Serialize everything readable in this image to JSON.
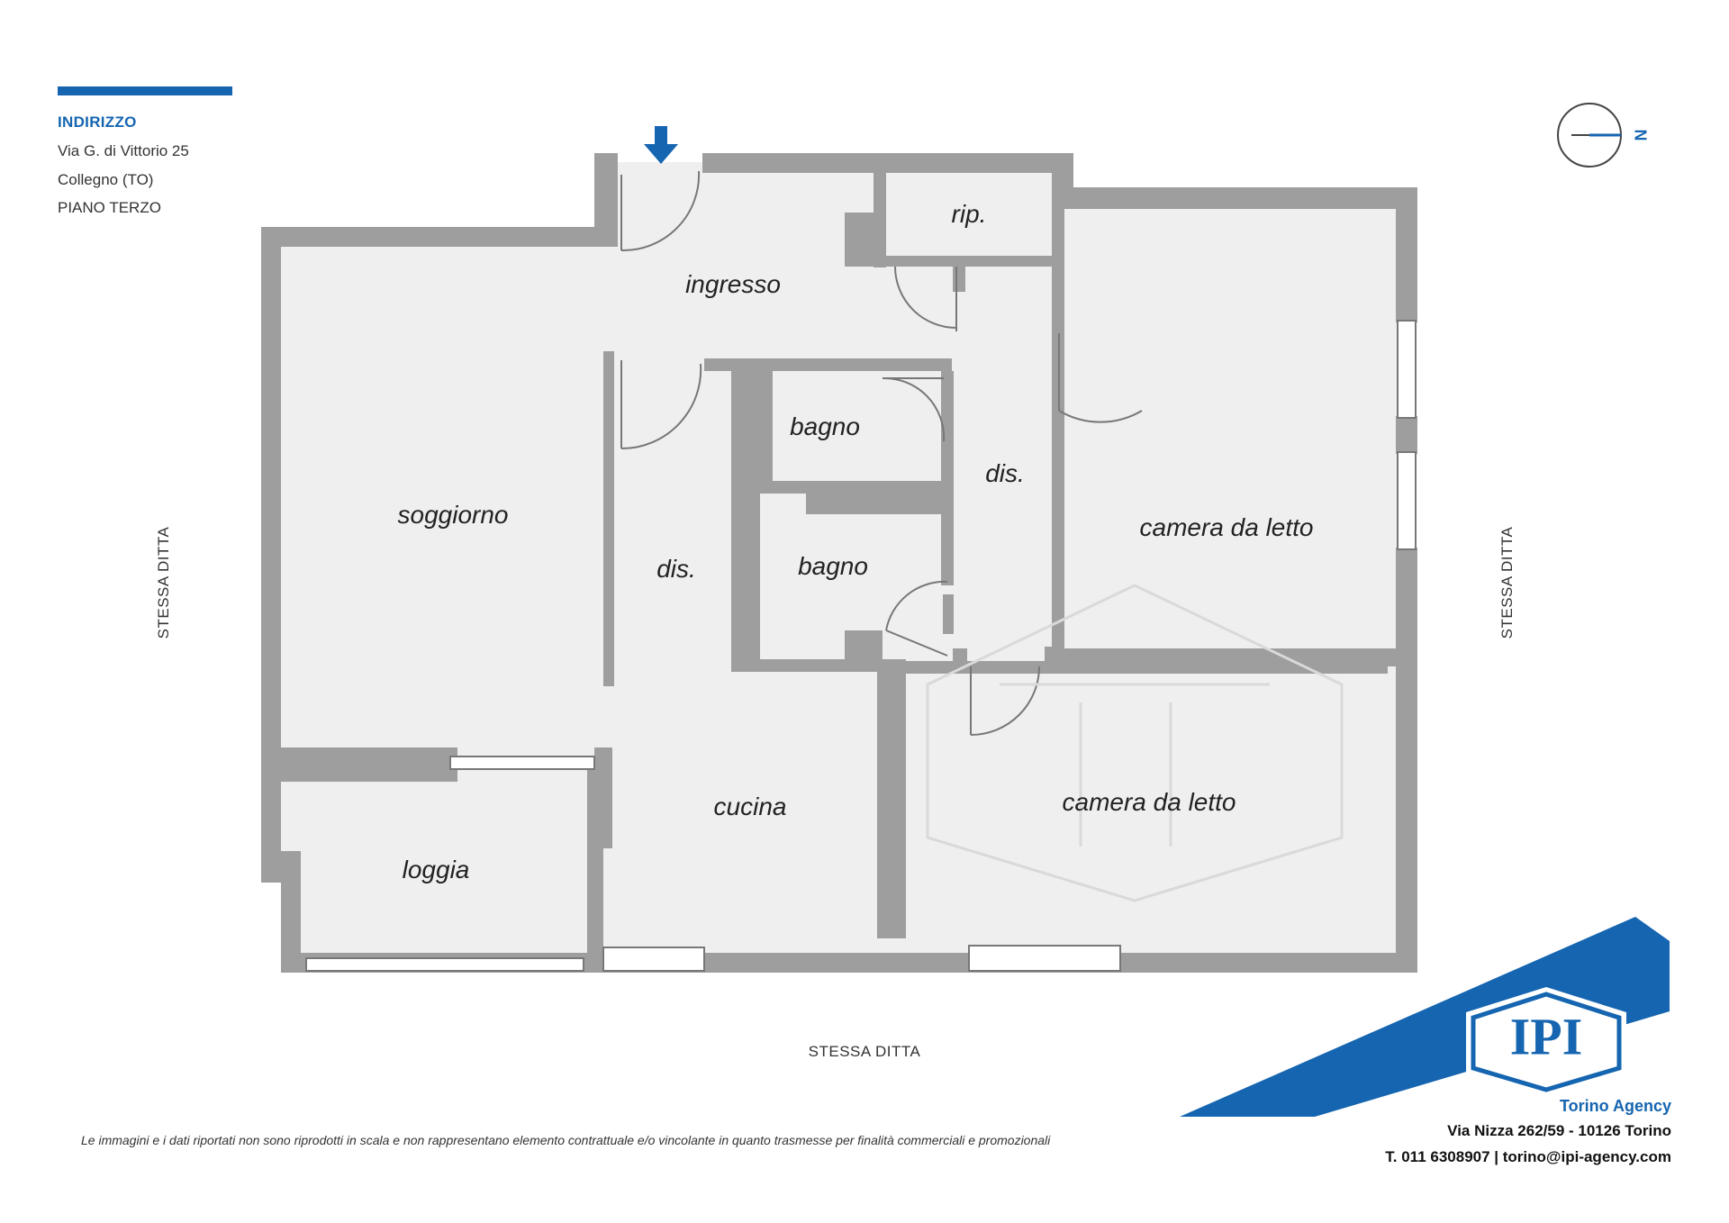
{
  "address": {
    "title": "INDIRIZZO",
    "street": "Via G. di Vittorio 25",
    "city": "Collegno (TO)",
    "floor": "PIANO TERZO"
  },
  "compass": {
    "label": "N"
  },
  "rooms": {
    "ingresso": "ingresso",
    "rip": "rip.",
    "soggiorno": "soggiorno",
    "dis_left": "dis.",
    "bagno_upper": "bagno",
    "bagno_lower": "bagno",
    "dis_right": "dis.",
    "camera_upper": "camera da letto",
    "camera_lower": "camera da letto",
    "cucina": "cucina",
    "loggia": "loggia"
  },
  "adjacent": {
    "left": "STESSA DITTA",
    "right": "STESSA DITTA",
    "bottom": "STESSA DITTA"
  },
  "logo": {
    "text": "IPI"
  },
  "disclaimer": "Le immagini e i dati riportati non sono riprodotti in scala e non rappresentano elemento contrattuale e/o vincolante in quanto trasmesse per finalità commerciali e promozionali",
  "agency": {
    "name": "Torino Agency",
    "address": "Via Nizza 262/59 - 10126 Torino",
    "contacts": "T. 011 6308907 | torino@ipi-agency.com"
  },
  "colors": {
    "brand_blue": "#1565b0",
    "wall_gray": "#9e9e9e",
    "floor_gray": "#efefef"
  }
}
